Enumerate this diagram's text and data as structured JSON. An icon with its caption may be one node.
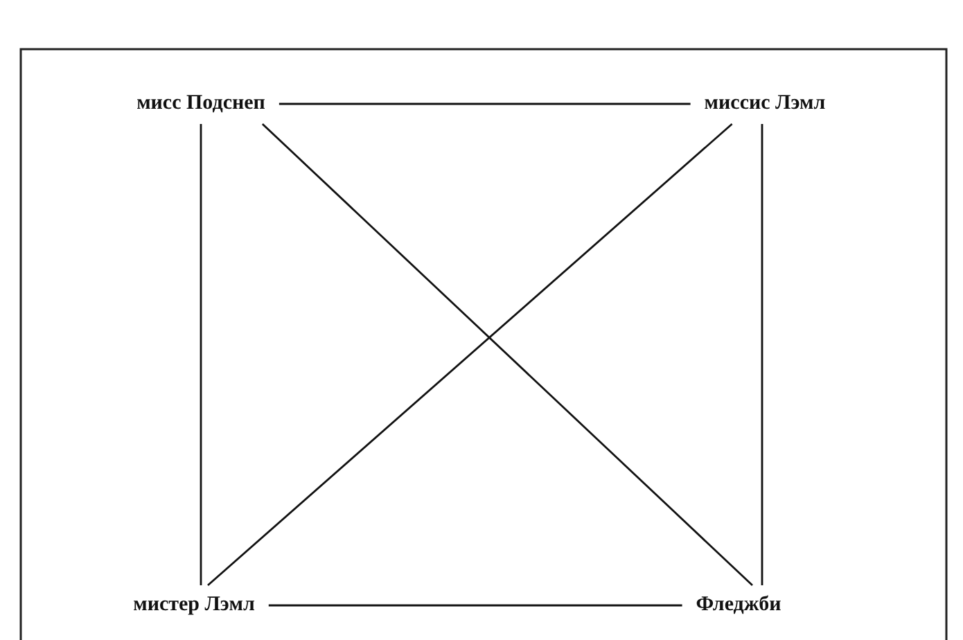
{
  "diagram": {
    "nodes": [
      {
        "text": [
          "мисс Подснеп"
        ]
      },
      {
        "text": [
          "миссис Лэмл"
        ]
      },
      {
        "text": [
          "мистер Лэмл"
        ]
      },
      {
        "text": [
          "Фледжби"
        ]
      }
    ],
    "edges": [
      {
        "from": 0,
        "to": 1,
        "arrow": "none"
      },
      {
        "from": 0,
        "to": 2,
        "arrow": "none"
      },
      {
        "from": 0,
        "to": 3,
        "arrow": "none"
      },
      {
        "from": 1,
        "to": 2,
        "arrow": "none"
      },
      {
        "from": 1,
        "to": 3,
        "arrow": "none"
      },
      {
        "from": 2,
        "to": 3,
        "arrow": "none"
      }
    ]
  }
}
